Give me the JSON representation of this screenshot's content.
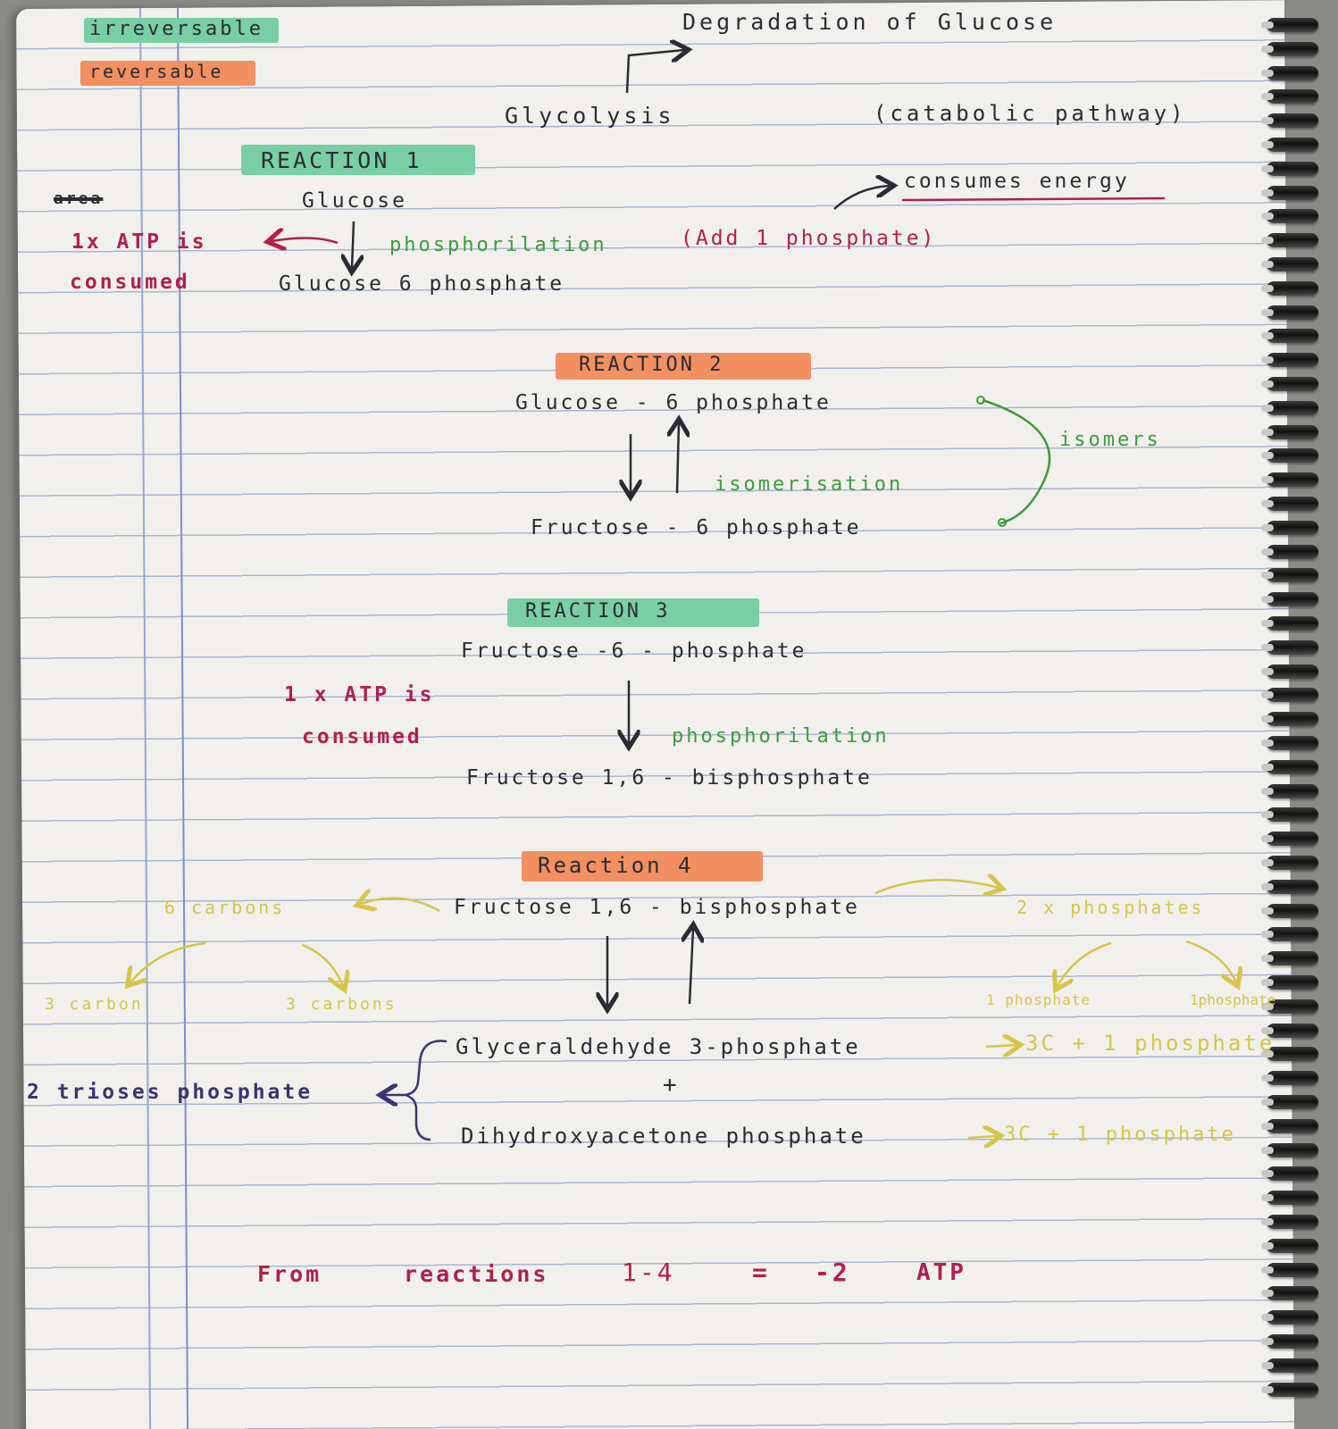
{
  "legend": {
    "irreversible": "irreversable",
    "reversible": "reversable"
  },
  "header": {
    "title": "Degradation of Glucose",
    "pathway": "Glycolysis",
    "pathway_note": "(catabolic pathway)",
    "energy_note": "consumes energy"
  },
  "reaction1": {
    "heading": "REACTION 1",
    "substrate": "Glucose",
    "product": "Glucose 6 phosphate",
    "process": "phosphorilation",
    "process_note": "(Add 1 phosphate)",
    "atp_line1": "1x ATP is",
    "atp_line2": "consumed",
    "scribble": "area"
  },
  "reaction2": {
    "heading": "REACTION 2",
    "substrate": "Glucose - 6 phosphate",
    "product": "Fructose - 6 phosphate",
    "process": "isomerisation",
    "side_note": "isomers"
  },
  "reaction3": {
    "heading": "REACTION 3",
    "substrate": "Fructose -6 - phosphate",
    "product": "Fructose 1,6 - bisphosphate",
    "process": "phosphorilation",
    "atp_line1": "1 x ATP is",
    "atp_line2": "consumed"
  },
  "reaction4": {
    "heading": "Reaction 4",
    "substrate": "Fructose 1,6 - bisphosphate",
    "carbons_total": "6 carbons",
    "carbons_left": "3 carbon",
    "carbons_right": "3 carbons",
    "phosphates_total": "2 x phosphates",
    "phosphate_left": "1 phosphate",
    "phosphate_right": "1phosphate",
    "product1": "Glyceraldehyde 3-phosphate",
    "product1_note": "3C + 1 phosphate",
    "plus": "+",
    "product2": "Dihydroxyacetone phosphate",
    "product2_note": "3C + 1 phosphate",
    "trioses_label": "2 trioses phosphate"
  },
  "summary": {
    "from": "From",
    "reactions": "reactions",
    "range": "1-4",
    "equals": "=",
    "result": "-2",
    "unit": "ATP"
  },
  "colors": {
    "highlight_green": "#79cfa4",
    "highlight_orange": "#f29062",
    "ink_black": "#2b2b33",
    "ink_red": "#b0204f",
    "ink_green": "#3f9a3f",
    "ink_yellow": "#d4c64a",
    "ink_purple": "#3d3470"
  }
}
